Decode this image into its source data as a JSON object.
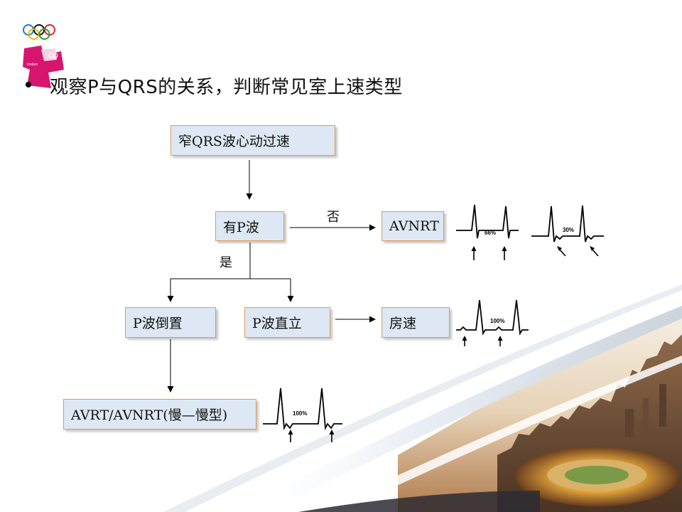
{
  "slide": {
    "bullet_text": "观察P与QRS的关系，判断常见室上速类型"
  },
  "logo": {
    "emblem_text": "london"
  },
  "flowchart": {
    "start": "窄QRS波心动过速",
    "decision_p_wave": "有P波",
    "label_no": "否",
    "label_yes": "是",
    "avnrt": "AVNRT",
    "p_inverted": "P波倒置",
    "p_upright": "P波直立",
    "atrial_tachy": "房速",
    "avrt_avnrt": "AVRT/AVNRT(慢—慢型)"
  },
  "waveforms": {
    "avnrt_a_label": "66%",
    "avnrt_b_label": "30%",
    "atrial_label": "100%",
    "avrt_label": "100%"
  },
  "colors": {
    "box_fill": "#dde8f4",
    "box_border": "#e39a55",
    "arrow": "#000000"
  }
}
